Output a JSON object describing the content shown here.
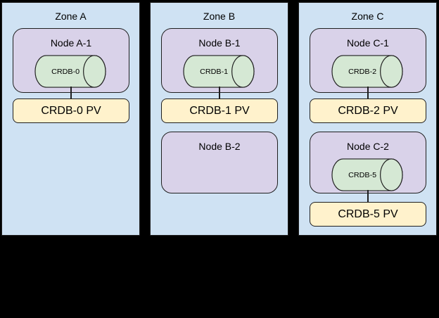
{
  "colors": {
    "canvas_bg": "#000000",
    "zone_fill": "#cfe2f3",
    "node_fill": "#d9d2e9",
    "db_fill": "#d5e8d4",
    "pv_fill": "#fff2cc",
    "border": "#1f1f1f",
    "text": "#000000"
  },
  "zones": [
    {
      "title": "Zone A",
      "nodes": [
        {
          "label": "Node A-1",
          "db": "CRDB-0",
          "pv": "CRDB-0 PV"
        }
      ]
    },
    {
      "title": "Zone B",
      "nodes": [
        {
          "label": "Node B-1",
          "db": "CRDB-1",
          "pv": "CRDB-1 PV"
        },
        {
          "label": "Node B-2"
        }
      ]
    },
    {
      "title": "Zone C",
      "nodes": [
        {
          "label": "Node C-1",
          "db": "CRDB-2",
          "pv": "CRDB-2 PV"
        },
        {
          "label": "Node C-2",
          "db": "CRDB-5",
          "pv": "CRDB-5 PV"
        }
      ]
    }
  ]
}
